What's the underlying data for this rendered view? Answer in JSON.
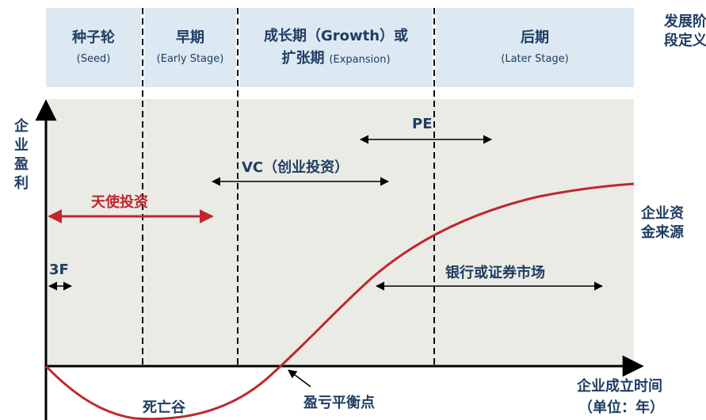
{
  "stages": [
    {
      "cn": "种子轮",
      "en": "(Seed)"
    },
    {
      "cn": "早期",
      "en": "(Early Stage)"
    },
    {
      "cn": "成长期（Growth）或",
      "cn2": "扩张期",
      "en": "(Expansion)"
    },
    {
      "cn": "后期",
      "en": "(Later Stage)"
    }
  ],
  "right_labels": {
    "stage_definition": "发展阶段定义",
    "funding_source": "企业资金来源"
  },
  "left_label": "企业盈利",
  "x_axis_label": {
    "line1": "企业成立时间",
    "line2": "（单位：年）"
  },
  "funding": {
    "pe": "PE",
    "vc": "VC（创业投资）",
    "angel": "天使投资",
    "three_f": "3F",
    "bank": "银行或证券市场"
  },
  "annotations": {
    "death_valley": "死亡谷",
    "break_even": "盈亏平衡点"
  },
  "colors": {
    "header_bg": "#dce9f3",
    "chart_bg": "#ebebe6",
    "text_blue": "#1f3d63",
    "curve_red": "#c0272d",
    "axis": "#000000"
  }
}
